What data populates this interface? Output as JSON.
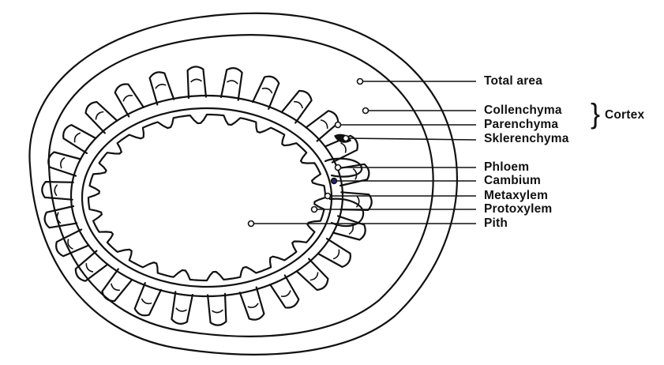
{
  "labels": {
    "total_area": "Total area",
    "collenchyma": "Collenchyma",
    "parenchyma": "Parenchyma",
    "sklerenchyma": "Sklerenchyma",
    "phloem": "Phloem",
    "cambium": "Cambium",
    "metaxylem": "Metaxylem",
    "protoxylem": "Protoxylem",
    "pith": "Pith",
    "cortex": "Cortex"
  },
  "colors": {
    "line": "#111111",
    "background": "#ffffff",
    "cambium_marker": "#1a237e"
  }
}
